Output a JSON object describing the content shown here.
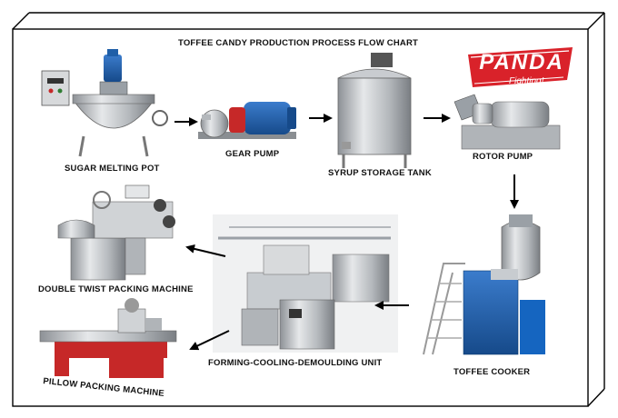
{
  "title": "TOFFEE CANDY PRODUCTION PROCESS FLOW CHART",
  "logo": {
    "brand": "PANDA",
    "tagline": "Fighting!",
    "color": "#d9222a"
  },
  "colors": {
    "frame": "#000000",
    "arrow": "#000000",
    "steel": "#b9bcc0",
    "motor_blue": "#1f5fa8",
    "gear_red": "#c62828",
    "cooker_blue": "#1565c0"
  },
  "steps": [
    {
      "id": 1,
      "label": "SUGAR MELTING POT",
      "icon": "jacketed-kettle-icon"
    },
    {
      "id": 2,
      "label": "GEAR PUMP",
      "icon": "gear-pump-icon"
    },
    {
      "id": 3,
      "label": "SYRUP STORAGE TANK",
      "icon": "storage-tank-icon"
    },
    {
      "id": 4,
      "label": "ROTOR PUMP",
      "icon": "rotor-pump-icon"
    },
    {
      "id": 5,
      "label": "TOFFEE COOKER",
      "icon": "cooker-icon"
    },
    {
      "id": 6,
      "label": "FORMING-COOLING-DEMOULDING UNIT",
      "icon": "forming-line-icon"
    },
    {
      "id": 7,
      "label": "DOUBLE TWIST PACKING MACHINE",
      "icon": "twist-packer-icon"
    },
    {
      "id": 8,
      "label": "PILLOW PACKING MACHINE",
      "icon": "pillow-packer-icon"
    }
  ]
}
